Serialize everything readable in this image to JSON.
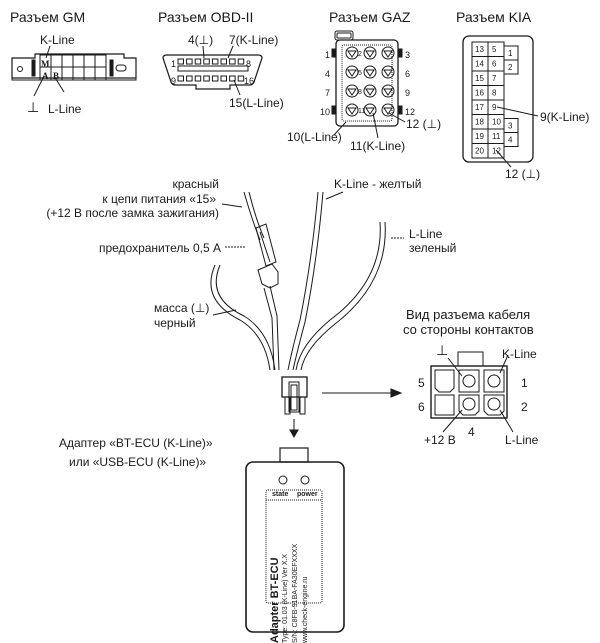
{
  "connectors": {
    "gm": {
      "title": "Разъем GM",
      "k_line": "K-Line",
      "l_line": "L-Line",
      "ground": "⊥",
      "pins": [
        "M",
        "A",
        "B"
      ]
    },
    "obd2": {
      "title": "Разъем OBD-II",
      "pin4": "4(⊥)",
      "pin7": "7(K-Line)",
      "pin15": "15(L-Line)",
      "row1_start": "1",
      "row1_end": "8",
      "row2_start": "9",
      "row2_end": "16"
    },
    "gaz": {
      "title": "Разъем GAZ",
      "outer_pins": [
        "1",
        "3",
        "4",
        "6",
        "7",
        "9",
        "10",
        "12"
      ],
      "inner_pins": [
        "2",
        "5",
        "8",
        "11"
      ],
      "pin10": "10(L-Line)",
      "pin11": "11(K-Line)",
      "pin12": "12 (⊥)"
    },
    "kia": {
      "title": "Разъем KIA",
      "left_col": [
        "13",
        "14",
        "15",
        "16",
        "17",
        "18",
        "19",
        "20"
      ],
      "right_col": [
        "5",
        "6",
        "7",
        "8",
        "9",
        "10",
        "11",
        "12"
      ],
      "side_top": [
        "1",
        "2"
      ],
      "side_bottom": [
        "3",
        "4"
      ],
      "pin9": "9(K-Line)",
      "pin12": "12 (⊥)"
    }
  },
  "wires": {
    "red": [
      "красный",
      "к цепи питания «15»",
      "(+12 В после замка зажигания)"
    ],
    "fuse": "предохранитель 0,5 А",
    "ground": [
      "масса (⊥)",
      "черный"
    ],
    "k_line": "K-Line - желтый",
    "l_line": [
      "L-Line",
      "зеленый"
    ]
  },
  "cable_view": {
    "title": [
      "Вид разъема кабеля",
      "со стороны контактов"
    ],
    "ground": "⊥",
    "k_line": "K-Line",
    "l_line": "L-Line",
    "plus12": "+12 В",
    "pins": {
      "p1": "1",
      "p2": "2",
      "p4": "4",
      "p5": "5",
      "p6": "6"
    }
  },
  "adapter": {
    "caption": [
      "Адаптер «BT-ECU (K-Line)»",
      "или «USB-ECU (K-Line)»"
    ],
    "state": "state",
    "power": "power",
    "label_title": "Adapter BT-ECU",
    "label_type": "Type: 01.03 (K-Line)  Ver X.X",
    "label_sn": "S/N: C8FB-91BA-FA30EFXXXX",
    "label_url": "www.check-engine.ru"
  }
}
